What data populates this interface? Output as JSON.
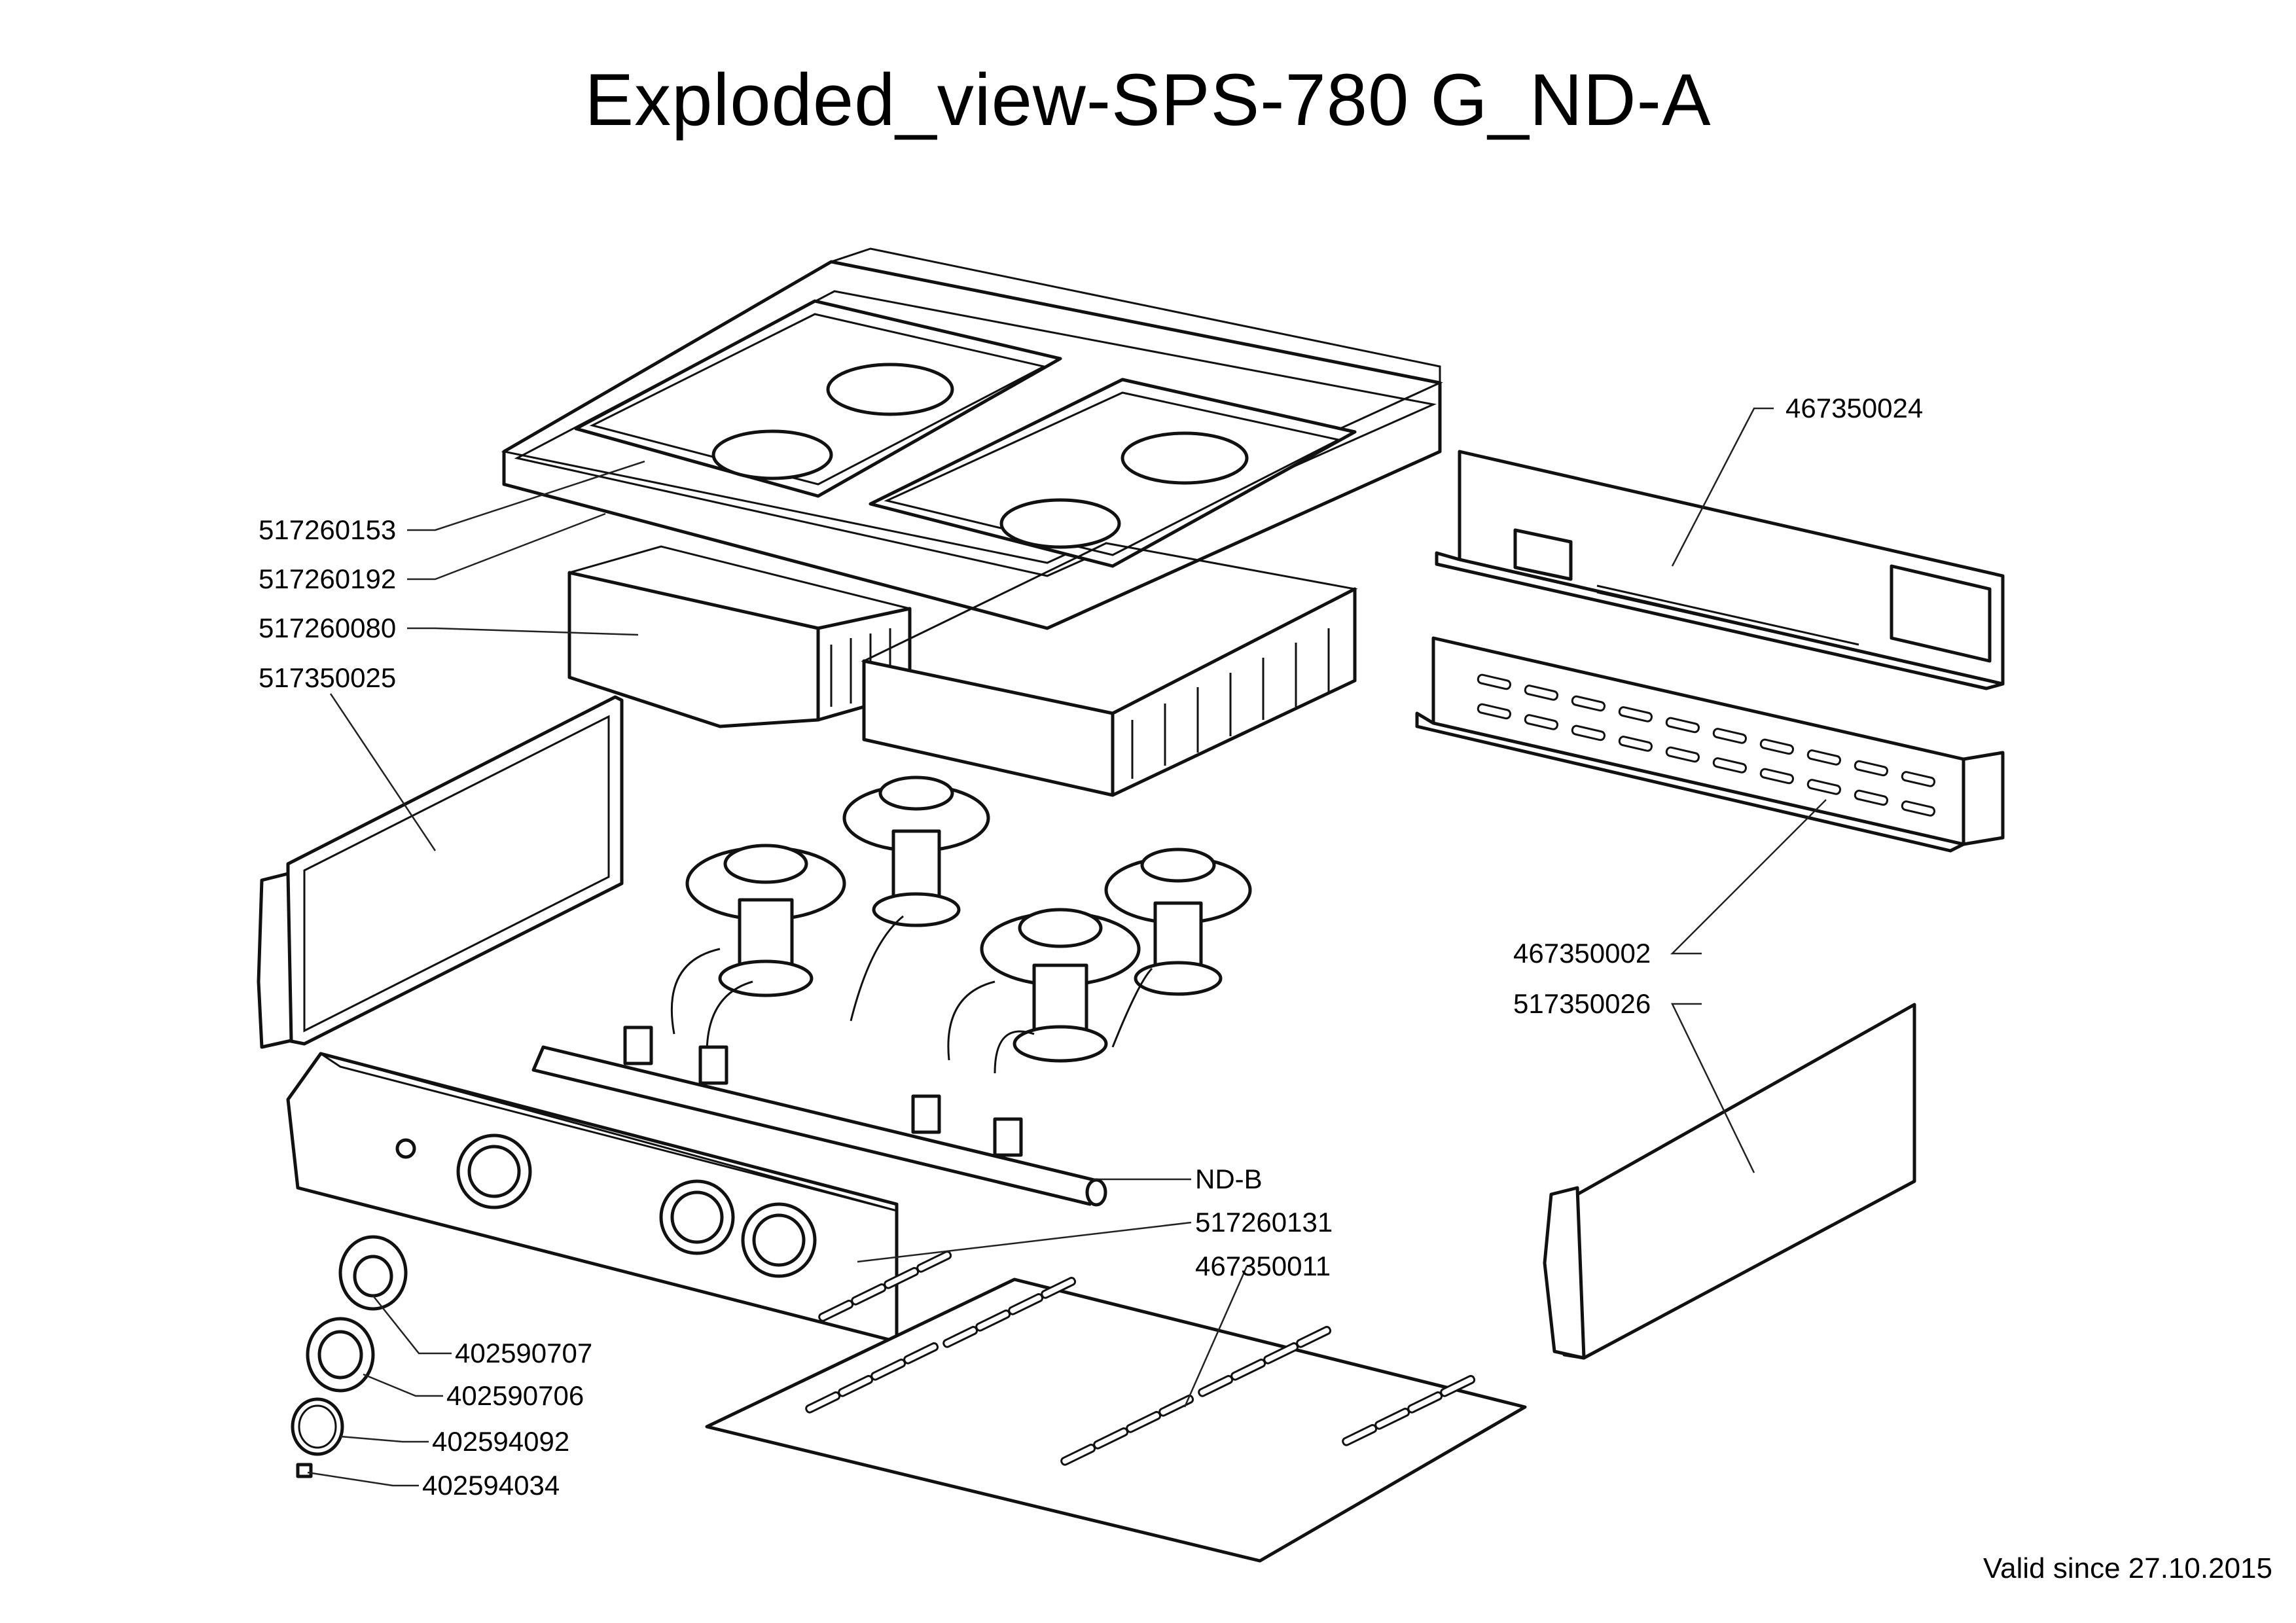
{
  "title": "Exploded_view-SPS-780 G_ND-A",
  "validity": "Valid since 27.10.2015",
  "labels": {
    "l467350024": "467350024",
    "l517260153": "517260153",
    "l517260192": "517260192",
    "l517260080": "517260080",
    "l517350025": "517350025",
    "l467350002": "467350002",
    "l517350026": "517350026",
    "lNDB": "ND-B",
    "l517260131": "517260131",
    "l467350011": "467350011",
    "l402590707": "402590707",
    "l402590706": "402590706",
    "l402594092": "402594092",
    "l402594034": "402594034"
  }
}
